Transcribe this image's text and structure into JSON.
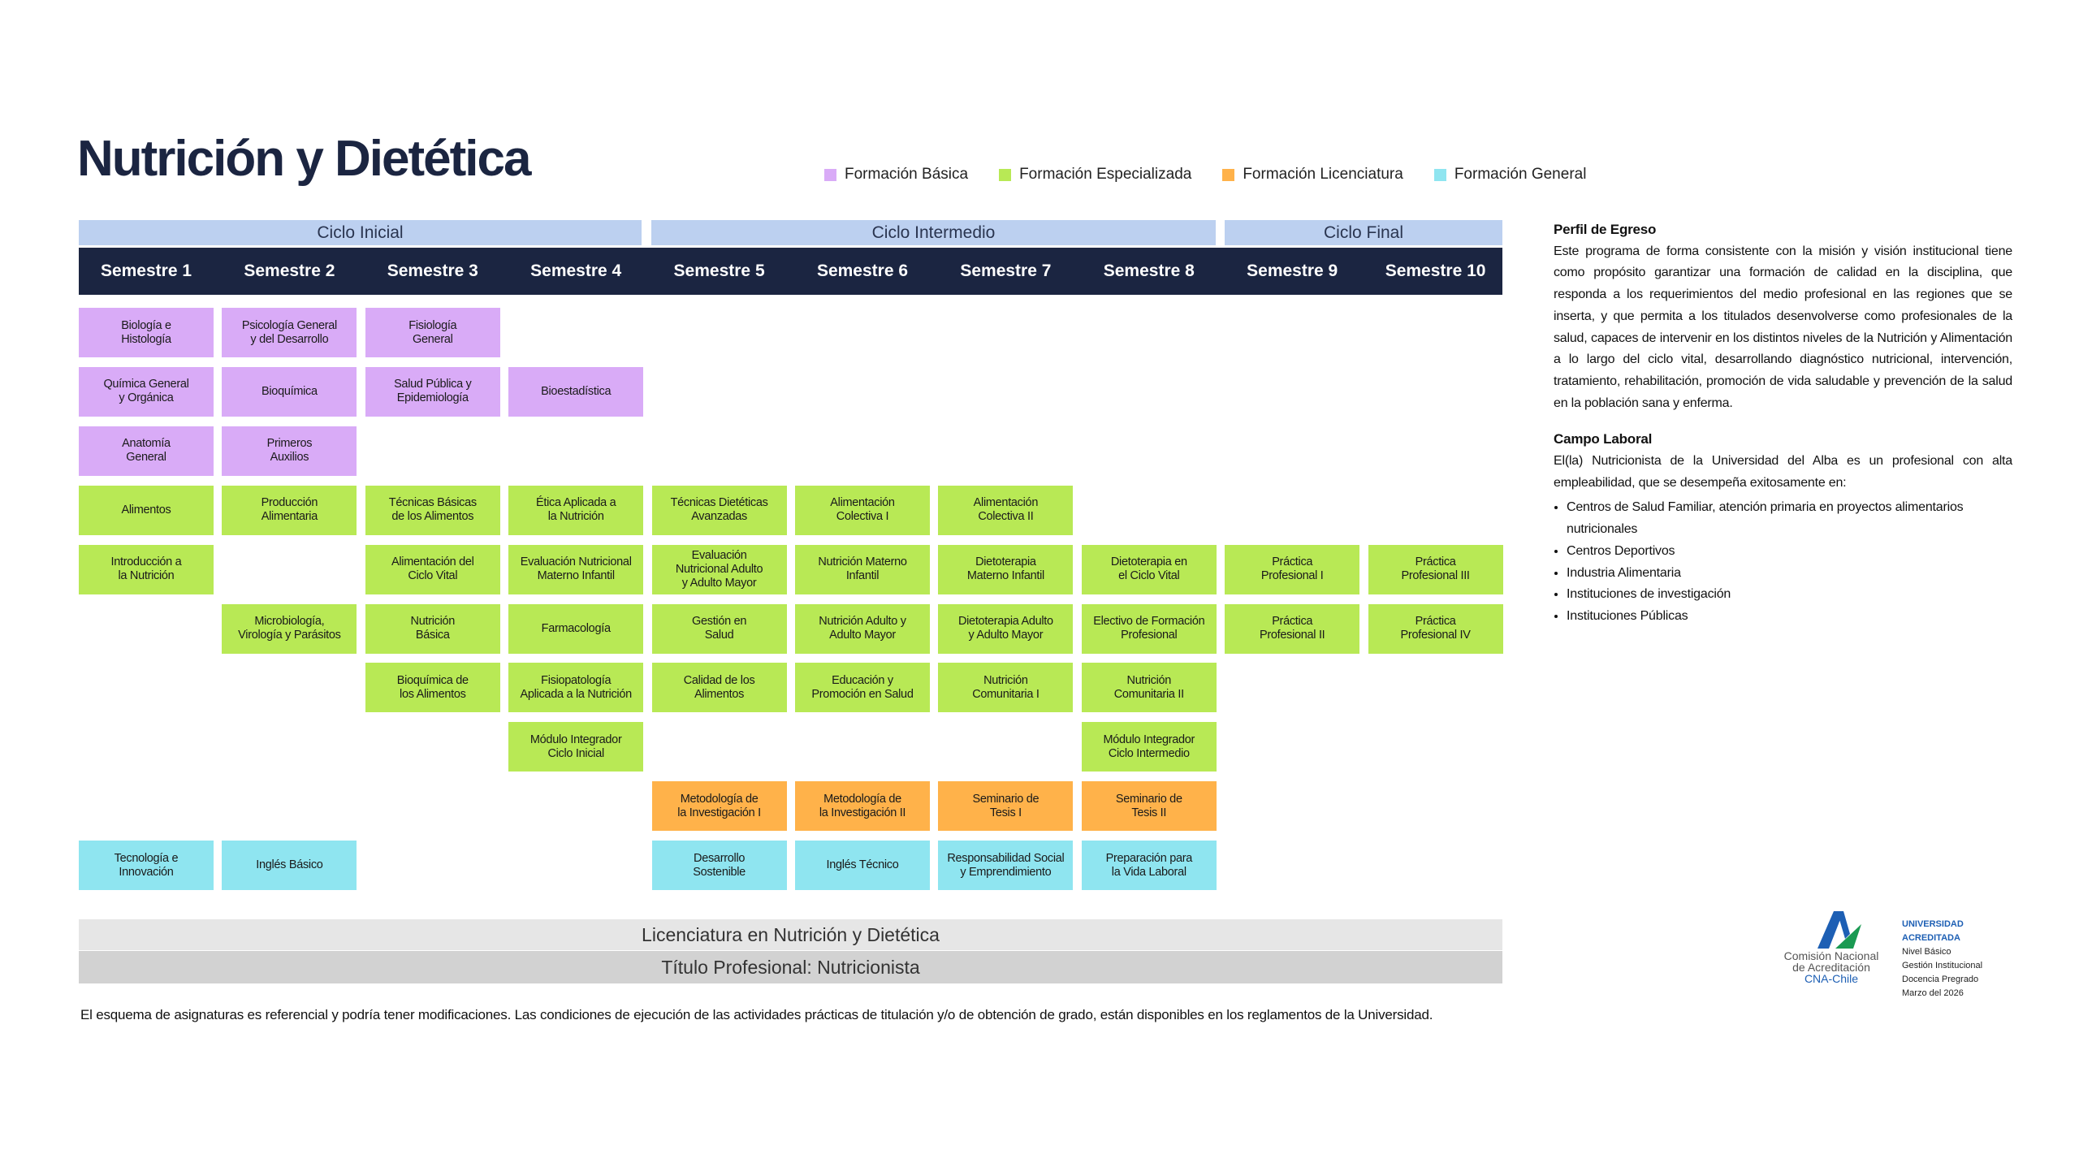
{
  "title": "Nutrición y Dietética",
  "colors": {
    "basica": "#d9abf7",
    "especializada": "#b8e955",
    "licenciatura": "#ffb24a",
    "general": "#8fe5f0",
    "navy": "#1b2541"
  },
  "legend": [
    {
      "key": "basica",
      "label": "Formación Básica"
    },
    {
      "key": "especializada",
      "label": "Formación Especializada"
    },
    {
      "key": "licenciatura",
      "label": "Formación Licenciatura"
    },
    {
      "key": "general",
      "label": "Formación General"
    }
  ],
  "cycles": [
    "Ciclo Inicial",
    "Ciclo Intermedio",
    "Ciclo Final"
  ],
  "semesters": [
    "Semestre 1",
    "Semestre 2",
    "Semestre 3",
    "Semestre 4",
    "Semestre 5",
    "Semestre 6",
    "Semestre 7",
    "Semestre 8",
    "Semestre 9",
    "Semestre 10"
  ],
  "courses": [
    {
      "sem": 1,
      "row": 1,
      "cat": "basica",
      "name": "Biología e\nHistología"
    },
    {
      "sem": 1,
      "row": 2,
      "cat": "basica",
      "name": "Química General\ny Orgánica"
    },
    {
      "sem": 1,
      "row": 3,
      "cat": "basica",
      "name": "Anatomía\nGeneral"
    },
    {
      "sem": 1,
      "row": 4,
      "cat": "especializada",
      "name": "Alimentos"
    },
    {
      "sem": 1,
      "row": 5,
      "cat": "especializada",
      "name": "Introducción a\nla Nutrición"
    },
    {
      "sem": 1,
      "row": 10,
      "cat": "general",
      "name": "Tecnología e\nInnovación"
    },
    {
      "sem": 2,
      "row": 1,
      "cat": "basica",
      "name": "Psicología General\ny del Desarrollo"
    },
    {
      "sem": 2,
      "row": 2,
      "cat": "basica",
      "name": "Bioquímica"
    },
    {
      "sem": 2,
      "row": 3,
      "cat": "basica",
      "name": "Primeros\nAuxilios"
    },
    {
      "sem": 2,
      "row": 4,
      "cat": "especializada",
      "name": "Producción\nAlimentaria"
    },
    {
      "sem": 2,
      "row": 6,
      "cat": "especializada",
      "name": "Microbiología,\nVirología y Parásitos"
    },
    {
      "sem": 2,
      "row": 10,
      "cat": "general",
      "name": "Inglés Básico"
    },
    {
      "sem": 3,
      "row": 1,
      "cat": "basica",
      "name": "Fisiología\nGeneral"
    },
    {
      "sem": 3,
      "row": 2,
      "cat": "basica",
      "name": "Salud Pública y\nEpidemiología"
    },
    {
      "sem": 3,
      "row": 4,
      "cat": "especializada",
      "name": "Técnicas Básicas\nde los Alimentos"
    },
    {
      "sem": 3,
      "row": 5,
      "cat": "especializada",
      "name": "Alimentación del\nCiclo Vital"
    },
    {
      "sem": 3,
      "row": 6,
      "cat": "especializada",
      "name": "Nutrición\nBásica"
    },
    {
      "sem": 3,
      "row": 7,
      "cat": "especializada",
      "name": "Bioquímica de\nlos Alimentos"
    },
    {
      "sem": 4,
      "row": 2,
      "cat": "basica",
      "name": "Bioestadística"
    },
    {
      "sem": 4,
      "row": 4,
      "cat": "especializada",
      "name": "Ética Aplicada a\nla Nutrición"
    },
    {
      "sem": 4,
      "row": 5,
      "cat": "especializada",
      "name": "Evaluación Nutricional\nMaterno Infantil"
    },
    {
      "sem": 4,
      "row": 6,
      "cat": "especializada",
      "name": "Farmacología"
    },
    {
      "sem": 4,
      "row": 7,
      "cat": "especializada",
      "name": "Fisiopatología\nAplicada a la Nutrición"
    },
    {
      "sem": 4,
      "row": 8,
      "cat": "especializada",
      "name": "Módulo Integrador\nCiclo Inicial"
    },
    {
      "sem": 5,
      "row": 4,
      "cat": "especializada",
      "name": "Técnicas Dietéticas\nAvanzadas"
    },
    {
      "sem": 5,
      "row": 5,
      "cat": "especializada",
      "name": "Evaluación\nNutricional Adulto\ny Adulto Mayor"
    },
    {
      "sem": 5,
      "row": 6,
      "cat": "especializada",
      "name": "Gestión en\nSalud"
    },
    {
      "sem": 5,
      "row": 7,
      "cat": "especializada",
      "name": "Calidad de los\nAlimentos"
    },
    {
      "sem": 5,
      "row": 9,
      "cat": "licenciatura",
      "name": "Metodología de\nla Investigación I"
    },
    {
      "sem": 5,
      "row": 10,
      "cat": "general",
      "name": "Desarrollo\nSostenible"
    },
    {
      "sem": 6,
      "row": 4,
      "cat": "especializada",
      "name": "Alimentación\nColectiva I"
    },
    {
      "sem": 6,
      "row": 5,
      "cat": "especializada",
      "name": "Nutrición Materno\nInfantil"
    },
    {
      "sem": 6,
      "row": 6,
      "cat": "especializada",
      "name": "Nutrición Adulto y\nAdulto Mayor"
    },
    {
      "sem": 6,
      "row": 7,
      "cat": "especializada",
      "name": "Educación y\nPromoción en Salud"
    },
    {
      "sem": 6,
      "row": 9,
      "cat": "licenciatura",
      "name": "Metodología de\nla Investigación II"
    },
    {
      "sem": 6,
      "row": 10,
      "cat": "general",
      "name": "Inglés Técnico"
    },
    {
      "sem": 7,
      "row": 4,
      "cat": "especializada",
      "name": "Alimentación\nColectiva II"
    },
    {
      "sem": 7,
      "row": 5,
      "cat": "especializada",
      "name": "Dietoterapia\nMaterno Infantil"
    },
    {
      "sem": 7,
      "row": 6,
      "cat": "especializada",
      "name": "Dietoterapia Adulto\ny Adulto Mayor"
    },
    {
      "sem": 7,
      "row": 7,
      "cat": "especializada",
      "name": "Nutrición\nComunitaria I"
    },
    {
      "sem": 7,
      "row": 9,
      "cat": "licenciatura",
      "name": "Seminario de\nTesis I"
    },
    {
      "sem": 7,
      "row": 10,
      "cat": "general",
      "name": "Responsabilidad Social\ny Emprendimiento"
    },
    {
      "sem": 8,
      "row": 5,
      "cat": "especializada",
      "name": "Dietoterapia en\nel Ciclo Vital"
    },
    {
      "sem": 8,
      "row": 6,
      "cat": "especializada",
      "name": "Electivo de Formación\nProfesional"
    },
    {
      "sem": 8,
      "row": 7,
      "cat": "especializada",
      "name": "Nutrición\nComunitaria II"
    },
    {
      "sem": 8,
      "row": 8,
      "cat": "especializada",
      "name": "Módulo Integrador\nCiclo Intermedio"
    },
    {
      "sem": 8,
      "row": 9,
      "cat": "licenciatura",
      "name": "Seminario de\nTesis II"
    },
    {
      "sem": 8,
      "row": 10,
      "cat": "general",
      "name": "Preparación para\nla Vida Laboral"
    },
    {
      "sem": 9,
      "row": 5,
      "cat": "especializada",
      "name": "Práctica\nProfesional I"
    },
    {
      "sem": 9,
      "row": 6,
      "cat": "especializada",
      "name": "Práctica\nProfesional II"
    },
    {
      "sem": 10,
      "row": 5,
      "cat": "especializada",
      "name": "Práctica\nProfesional III"
    },
    {
      "sem": 10,
      "row": 6,
      "cat": "especializada",
      "name": "Práctica\nProfesional IV"
    }
  ],
  "degrees": [
    "Licenciatura en Nutrición y Dietética",
    "Título Profesional: Nutricionista"
  ],
  "note": "El esquema de asignaturas es referencial y podría tener modificaciones. Las condiciones de ejecución de las actividades prácticas de titulación y/o de obtención de grado, están disponibles en los reglamentos de la Universidad.",
  "perfil": {
    "heading": "Perfil de Egreso",
    "text": "Este programa de forma consistente con la misión y visión institucional tiene como propósito garantizar una formación de calidad en la disciplina, que responda a los requerimientos del medio profesional en las regiones que se inserta, y que permita a los titulados desenvolverse como profesionales de la salud, capaces de intervenir en los distintos niveles de la Nutrición y Alimentación a lo largo del ciclo vital, desarrollando diagnóstico nutricional, intervención, tratamiento, rehabilitación, promoción de vida saludable y prevención de la salud en la población sana y enferma."
  },
  "campo": {
    "heading": "Campo Laboral",
    "text": "El(la) Nutricionista de la Universidad del Alba es un profesional con alta empleabilidad, que se desempeña exitosamente en:",
    "items": [
      "Centros de Salud Familiar, atención primaria en proyectos alimentarios nutricionales",
      "Centros Deportivos",
      "Industria Alimentaria",
      "Instituciones de investigación",
      "Instituciones Públicas"
    ]
  },
  "logo": {
    "org": [
      "Comisión Nacional",
      "de Acreditación",
      "CNA-Chile"
    ],
    "accreditation": [
      "UNIVERSIDAD ACREDITADA",
      "Nivel Básico",
      "Gestión Institucional",
      "Docencia Pregrado",
      "Marzo del 2026"
    ]
  }
}
